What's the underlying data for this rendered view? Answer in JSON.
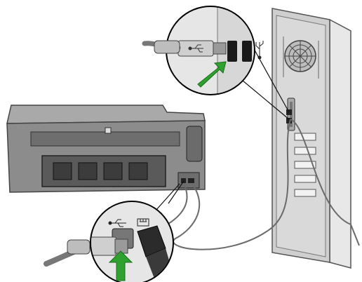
{
  "diagram": {
    "subject": "printer-to-computer-usb-connection",
    "colors": {
      "background": "#ffffff",
      "printer_body": "#8c8c8c",
      "printer_dark": "#5a5a5a",
      "computer_tower": "#c8c8c8",
      "cable": "#6b6b6b",
      "arrow": "#2ea12e"
    },
    "icons": {
      "usb_symbol": "usb-icon",
      "network_symbol": "ethernet-port-icon",
      "arrow": "green-arrow-icon",
      "fan": "fan-grille-icon"
    },
    "callouts": [
      {
        "name": "computer-usb-port-callout",
        "target": "computer-rear-panel"
      },
      {
        "name": "printer-usb-port-callout",
        "target": "printer-rear-panel"
      }
    ]
  }
}
